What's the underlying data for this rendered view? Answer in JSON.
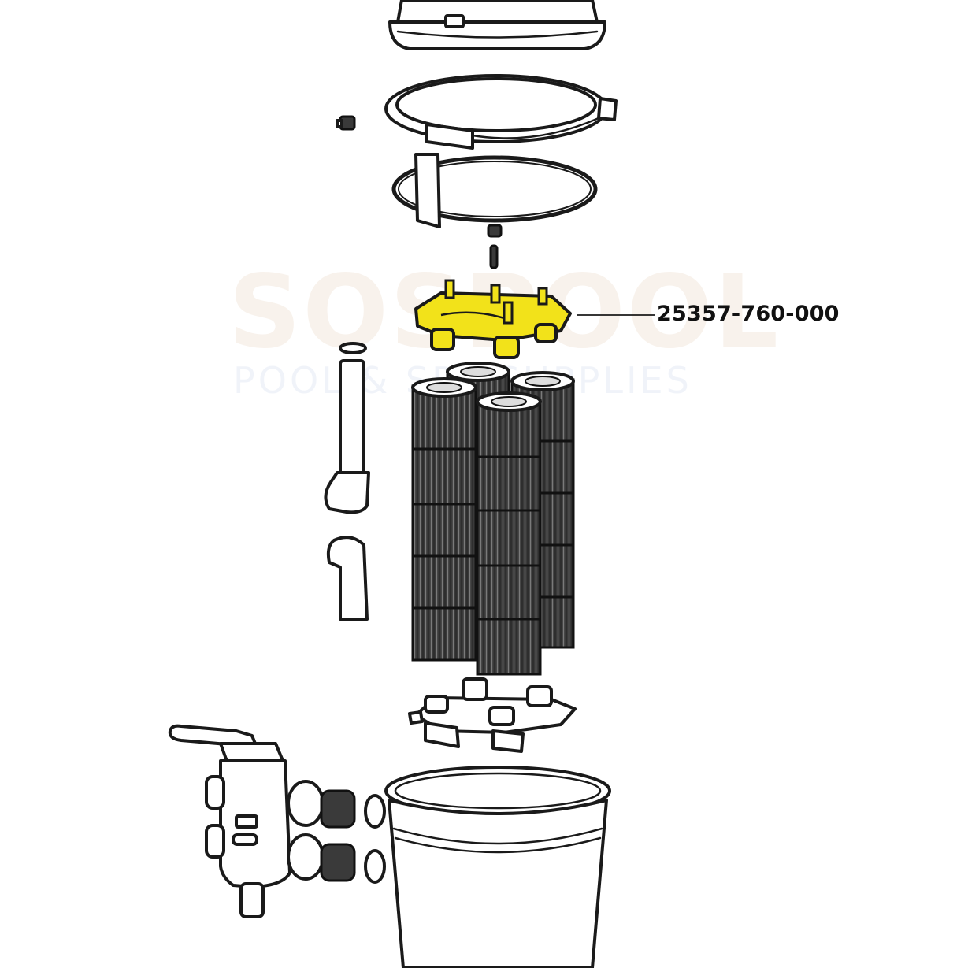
{
  "callout": {
    "part_number": "25357-760-000"
  },
  "watermark": {
    "brand": "SOSPOOL",
    "tagline": "POOL & SPA SUPPLIES"
  },
  "colors": {
    "highlight": "#f2e21a",
    "line": "#1a1a1a",
    "cartridge": "#3a3a3a",
    "background": "#ffffff"
  }
}
